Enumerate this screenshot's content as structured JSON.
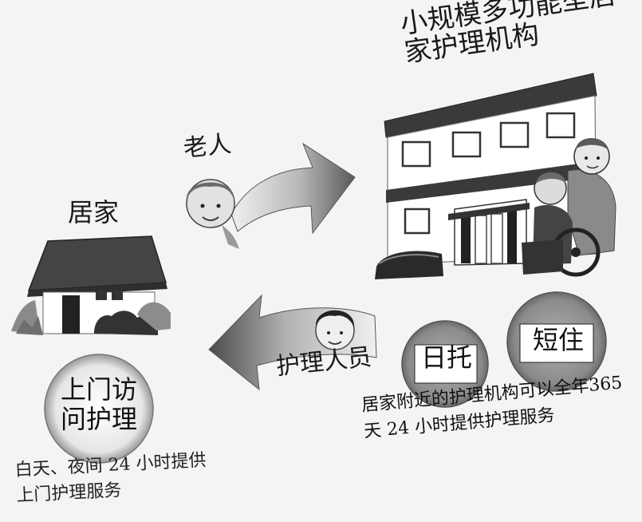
{
  "labels": {
    "facility": "小规模多功能型居家护理机构",
    "elderly": "老人",
    "home": "居家",
    "caregiver": "护理人员",
    "visit_care": "上门访问护理",
    "day_care": "日托",
    "short_stay": "短住",
    "home_caption": "白天、夜间 24 小时提供上门护理服务",
    "facility_caption": "居家附近的护理机构可以全年365 天 24 小时提供护理服务"
  },
  "icons": [
    "house-icon",
    "building-icon",
    "elderly-face-icon",
    "caregiver-face-icon",
    "wheelchair-icon",
    "arrow-right-icon",
    "arrow-left-icon"
  ]
}
